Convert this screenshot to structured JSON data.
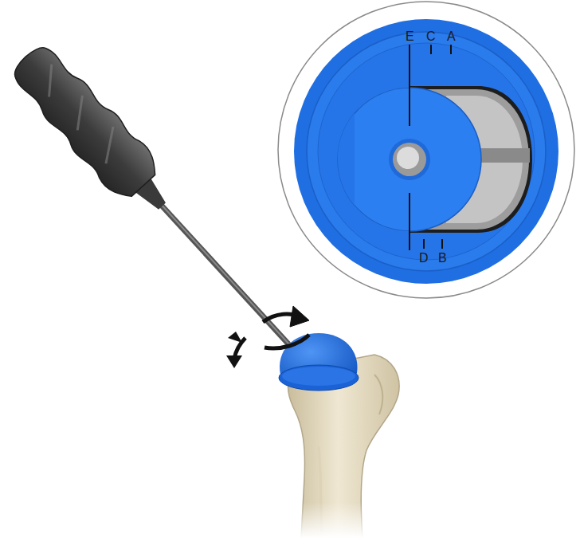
{
  "diagram": {
    "labels": [
      "E",
      "C",
      "A",
      "D",
      "B"
    ]
  }
}
